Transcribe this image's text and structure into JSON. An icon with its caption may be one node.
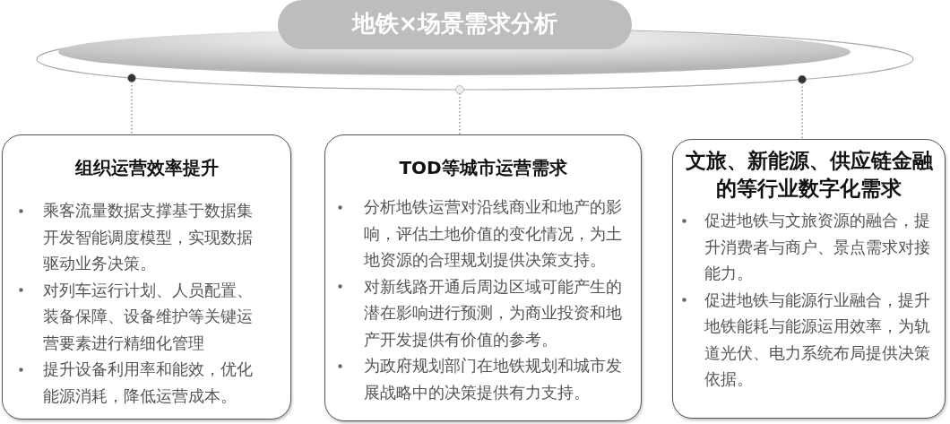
{
  "diagram": {
    "nodes": [
      {
        "text": [
          "地铁×场景需求分析"
        ]
      },
      {
        "text": [
          "组织运营效率提升",
          "乘客流量数据支撑基于数据集开发智能调度模型，实现数据驱动业务决策。",
          "对列车运行计划、人员配置、装备保障、设备维护等关键运营要素进行精细化管理",
          "提升设备利用率和能效，优化能源消耗，降低运营成本。"
        ]
      },
      {
        "text": [
          "TOD等城市运营需求",
          "分析地铁运营对沿线商业和地产的影响，评估土地价值的变化情况，为土地资源的合理规划提供决策支持。",
          "对新线路开通后周边区域可能产生的潜在影响进行预测，为商业投资和地产开发提供有价值的参考。",
          "为政府规划部门在地铁规划和城市发展战略中的决策提供有力支持。"
        ]
      },
      {
        "text": [
          "文旅、新能源、供应链金融的等行业数字化需求",
          "促进地铁与文旅资源的融合，提升消费者与商户、景点需求对接能力。",
          "促进地铁与能源行业融合，提升地铁能耗与能源运用效率，为轨道光伏、电力系统布局提供决策依据。"
        ]
      }
    ],
    "edges": [
      {
        "from": 0,
        "to": 1,
        "arrow": "other",
        "style": "dashed"
      },
      {
        "from": 0,
        "to": 2,
        "arrow": "other",
        "style": "dashed"
      },
      {
        "from": 0,
        "to": 3,
        "arrow": "other",
        "style": "dashed"
      }
    ]
  }
}
